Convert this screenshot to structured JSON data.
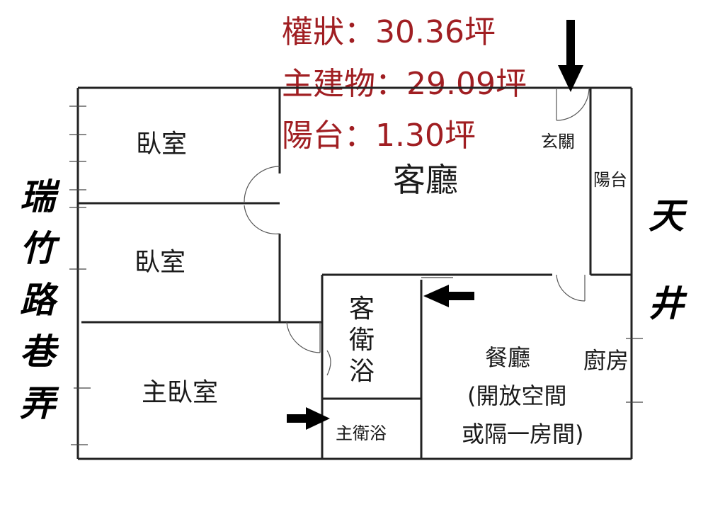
{
  "areas": {
    "title": "權狀：30.36坪",
    "main_building": "主建物：29.09坪",
    "balcony": "陽台：1.30坪"
  },
  "rooms": {
    "living_room": "客廳",
    "entrance": "玄關",
    "balcony": "陽台",
    "bedroom_1": "臥室",
    "bedroom_2": "臥室",
    "master_bedroom": "主臥室",
    "guest_bathroom": [
      "客",
      "衛",
      "浴"
    ],
    "master_bathroom": "主衛浴",
    "dining_room": "餐廳",
    "dining_note_line1": "(開放空間",
    "dining_note_line2": "或隔一房間)",
    "kitchen": "廚房"
  },
  "street_label": [
    "瑞",
    "竹",
    "路",
    "巷",
    "弄"
  ],
  "courtyard_label": [
    "天",
    "井"
  ],
  "colors": {
    "area_text": "#a01e22",
    "walls": "#222222"
  }
}
